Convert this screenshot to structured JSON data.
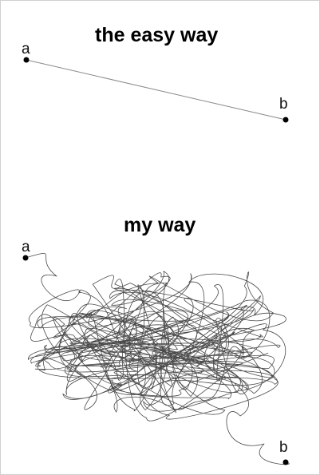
{
  "top_panel": {
    "title": "the easy way",
    "start_label": "a",
    "end_label": "b"
  },
  "bottom_panel": {
    "title": "my way",
    "start_label": "a",
    "end_label": "b"
  },
  "colors": {
    "ink": "#000000",
    "line": "#8a8a8a",
    "scribble": "#4a4a4a",
    "background": "#ffffff"
  }
}
